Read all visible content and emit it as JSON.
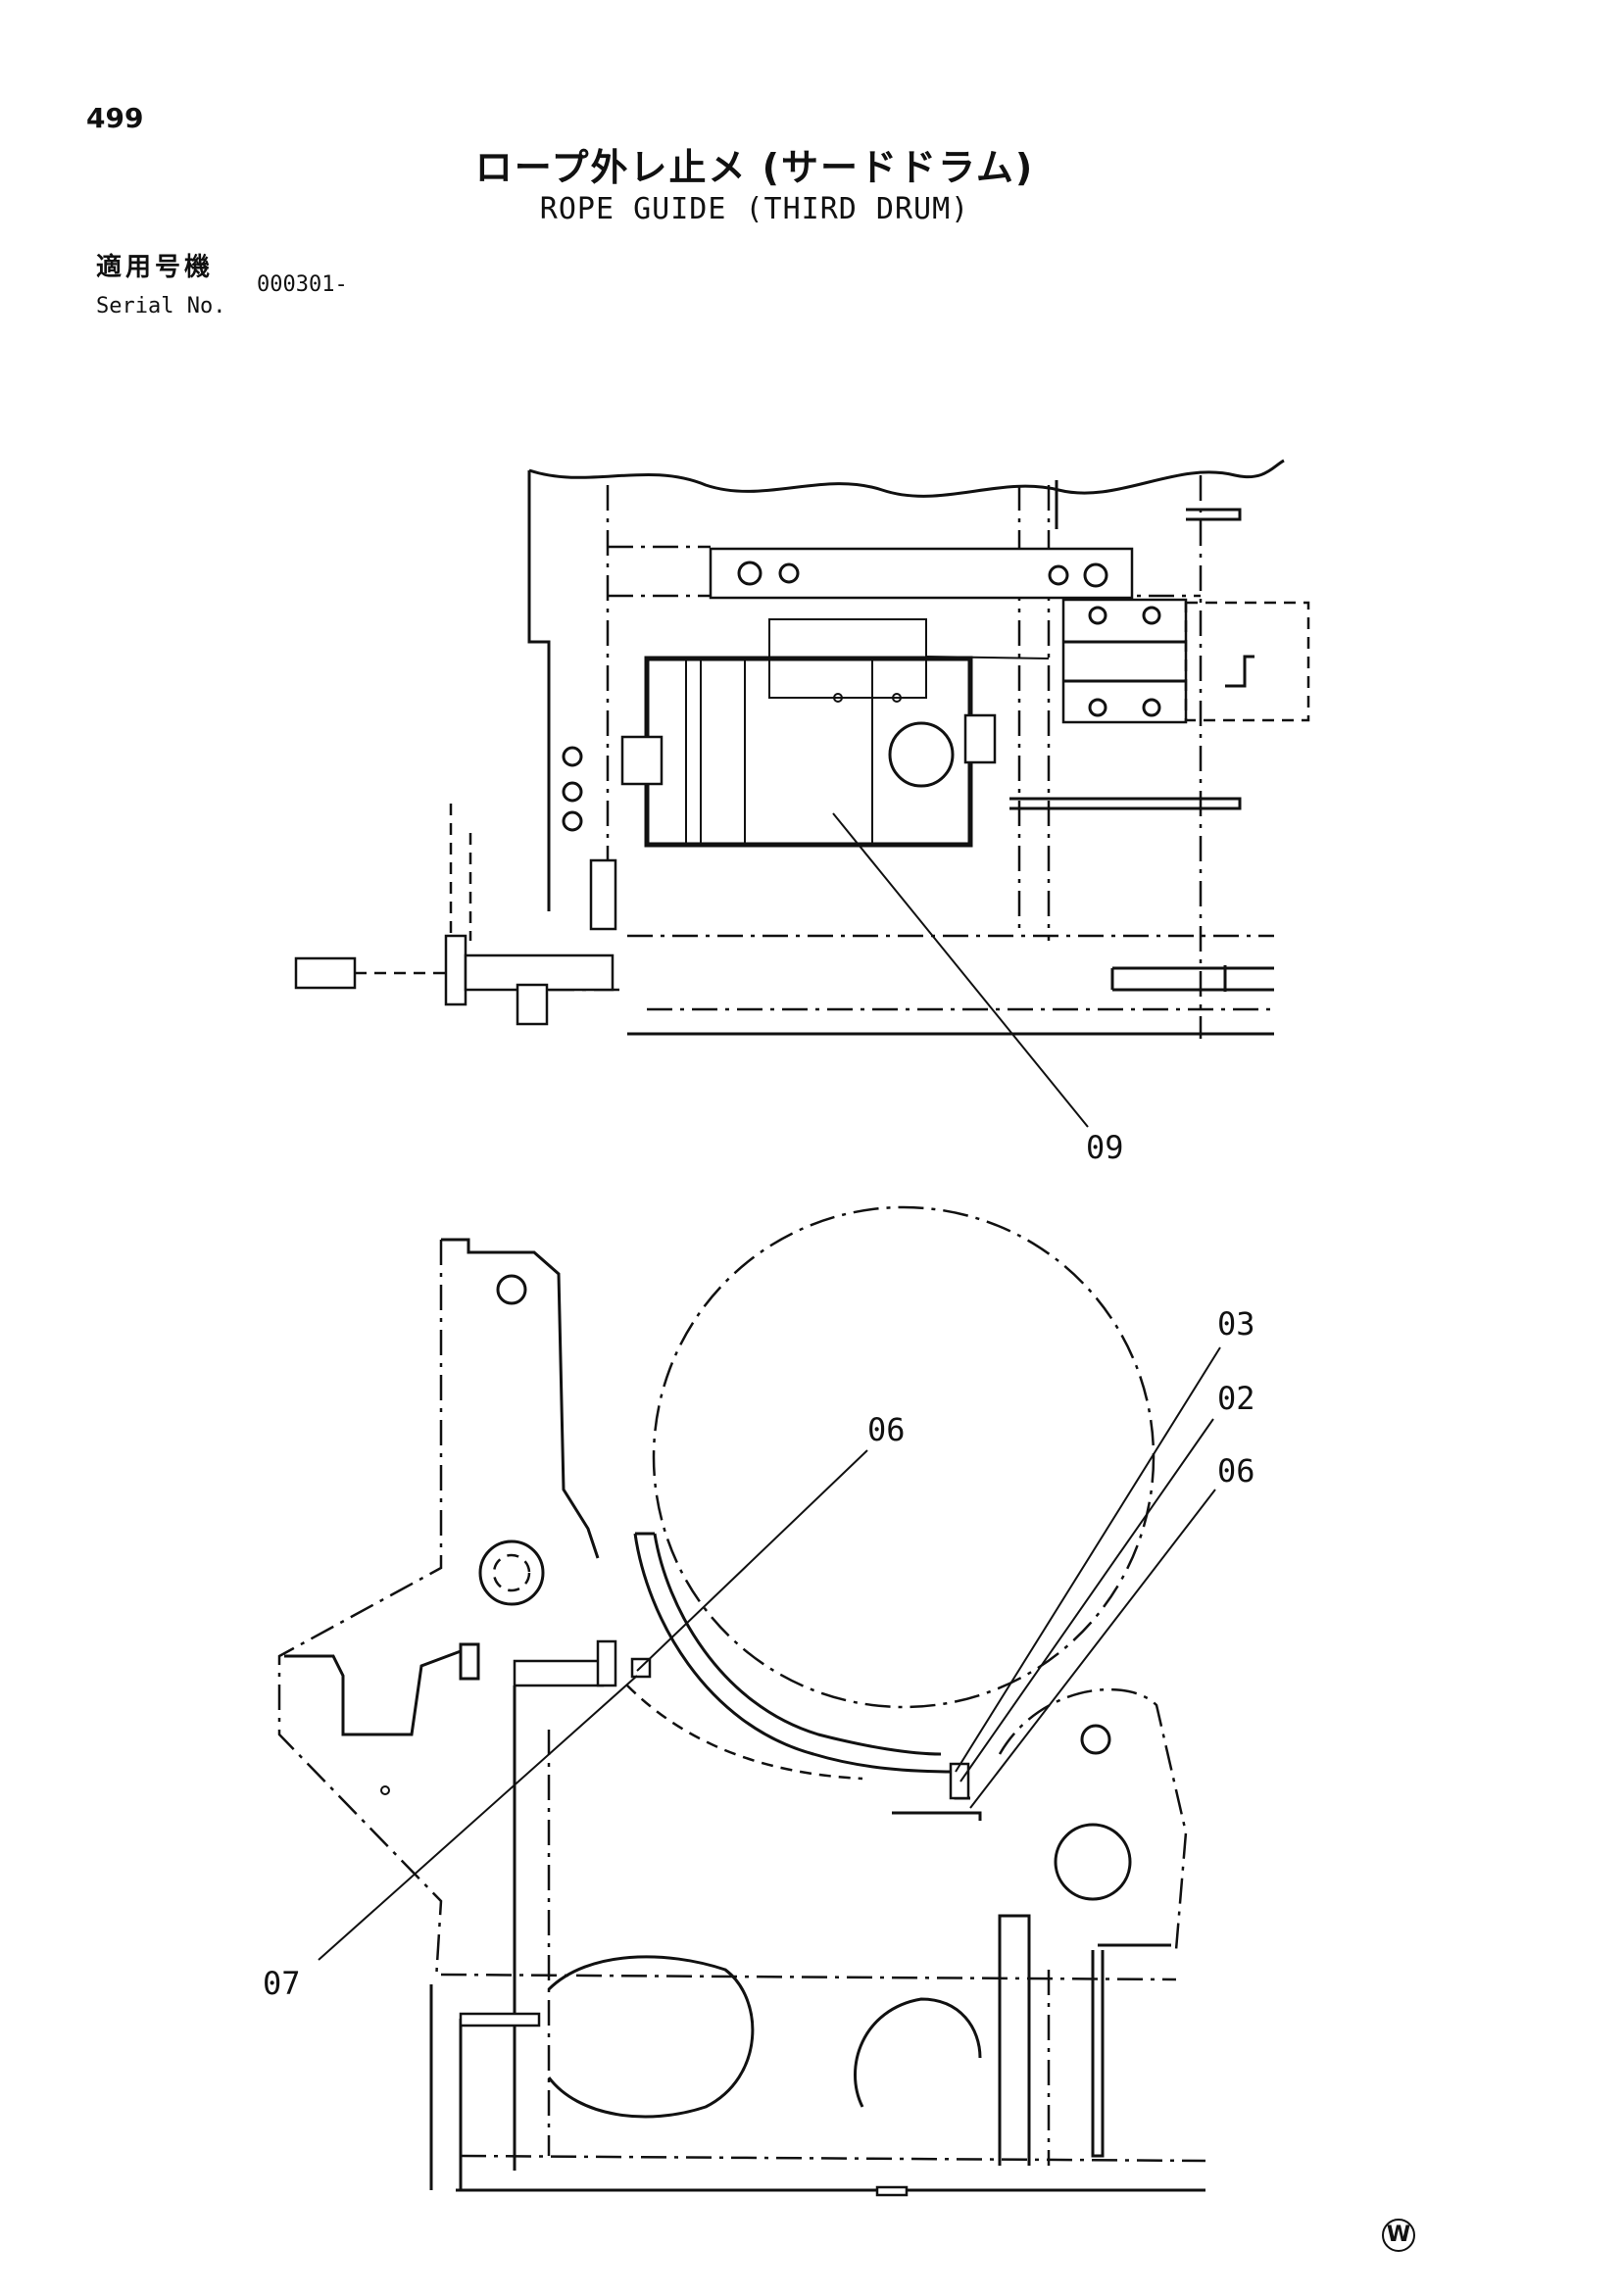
{
  "page_number": "499",
  "title_jp": "ロープ外レ止メ (サードドラム)",
  "title_en": "ROPE GUIDE (THIRD DRUM)",
  "serial": {
    "label_jp": "適用号機",
    "label_en": "Serial No.",
    "value": "000301-"
  },
  "callouts": {
    "top_09": "09",
    "bottom_03": "03",
    "bottom_02": "02",
    "bottom_06_right": "06",
    "bottom_06_left": "06",
    "bottom_07": "07"
  },
  "footer_mark": "W"
}
